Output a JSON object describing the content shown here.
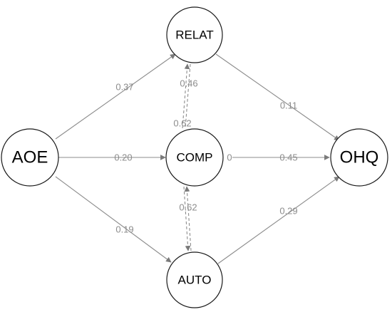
{
  "nodes": {
    "aoe": "AOE",
    "relat": "RELAT",
    "comp": "COMP",
    "auto": "AUTO",
    "ohq": "OHQ"
  },
  "edges": {
    "aoe_relat": "0.37",
    "aoe_comp": "0.20",
    "aoe_auto": "0.19",
    "relat_ohq": "0.11",
    "comp_ohq": "0.45",
    "auto_ohq": "0.29",
    "comp_ohq_start": "0",
    "comp_relat": "0.46",
    "relat_comp": "0.62",
    "comp_auto": "0.62"
  },
  "colors": {
    "edge": "#8c8c8c",
    "node_stroke": "#1a1a1a"
  }
}
